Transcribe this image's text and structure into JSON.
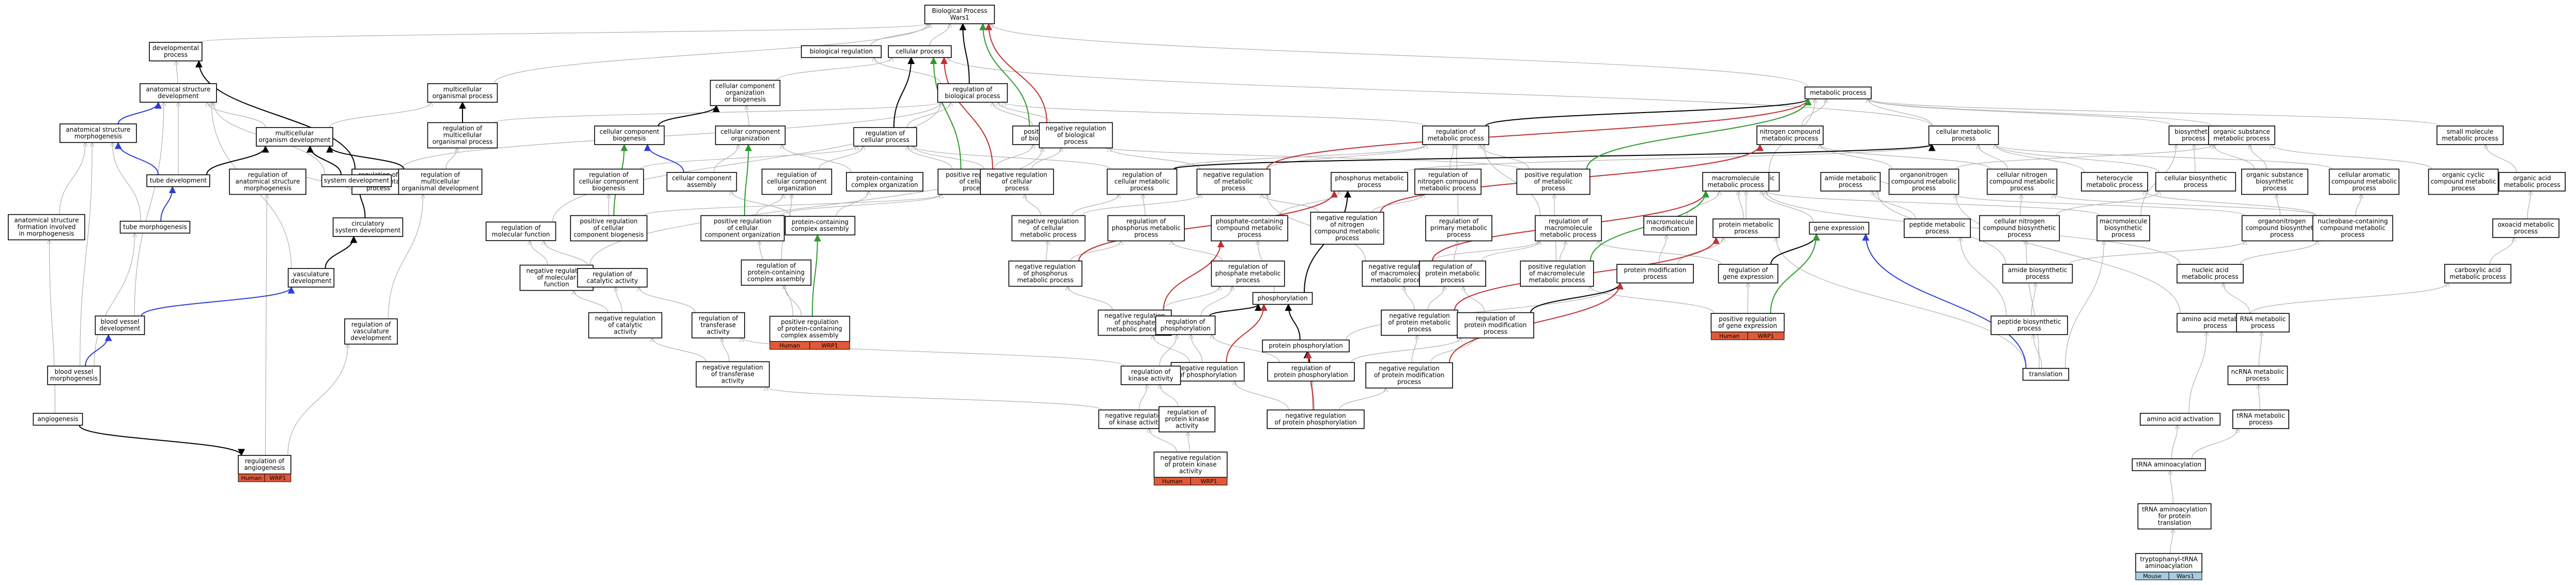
{
  "colors": {
    "is_a": "#b0b0b0",
    "part_of": "#000000",
    "regulates": "#2b3fd6",
    "negatively_regulates": "#c03030",
    "positively_regulates": "#2e9a2e",
    "tag_human": "#e05a3a",
    "tag_mouse": "#a8cbe0"
  },
  "tags": {
    "human": "Human",
    "mouse": "Mouse",
    "wrp": "WRP1",
    "tyr": "Wars1"
  },
  "nodes": [
    {
      "id": "bp",
      "label": "Biological Process\nWars1"
    },
    {
      "id": "dev",
      "label": "developmental\nprocess"
    },
    {
      "id": "asd",
      "label": "anatomical structure\ndevelopment"
    },
    {
      "id": "asm",
      "label": "anatomical structure\nmorphogenesis"
    },
    {
      "id": "asf",
      "label": "anatomical structure\nformation involved\nin morphogenesis"
    },
    {
      "id": "multi",
      "label": "multicellular\norganismal process"
    },
    {
      "id": "mod",
      "label": "multicellular\norganism development"
    },
    {
      "id": "regmulti",
      "label": "regulation of\nmulticellular\norganismal process"
    },
    {
      "id": "regdev",
      "label": "regulation of\ndevelopmental\nprocess"
    },
    {
      "id": "regasm",
      "label": "regulation of\nanatomical structure\nmorphogenesis"
    },
    {
      "id": "regmod",
      "label": "regulation of\nmulticellular\norganismal development"
    },
    {
      "id": "tubedev",
      "label": "tube development"
    },
    {
      "id": "sysdev",
      "label": "system development"
    },
    {
      "id": "tubemorph",
      "label": "tube morphogenesis"
    },
    {
      "id": "circ",
      "label": "circulatory\nsystem development"
    },
    {
      "id": "vasc",
      "label": "vasculature\ndevelopment"
    },
    {
      "id": "bvd",
      "label": "blood vessel\ndevelopment"
    },
    {
      "id": "bvm",
      "label": "blood vessel\nmorphogenesis"
    },
    {
      "id": "regvasc",
      "label": "regulation of\nvasculature\ndevelopment"
    },
    {
      "id": "angio",
      "label": "angiogenesis"
    },
    {
      "id": "regangio",
      "label": "regulation of\nangiogenesis"
    },
    {
      "id": "breg",
      "label": "biological regulation"
    },
    {
      "id": "cellproc",
      "label": "cellular process"
    },
    {
      "id": "regbp",
      "label": "regulation of\nbiological process"
    },
    {
      "id": "posbp",
      "label": "positive regulation\nof biological process"
    },
    {
      "id": "negbp",
      "label": "negative regulation\nof biological\nprocess"
    },
    {
      "id": "regcp",
      "label": "regulation of\ncellular process"
    },
    {
      "id": "poscp",
      "label": "positive regulation\nof cellular\nprocess"
    },
    {
      "id": "negcp",
      "label": "negative regulation\nof cellular\nprocess"
    },
    {
      "id": "ccob",
      "label": "cellular component\norganization\nor biogenesis"
    },
    {
      "id": "ccb",
      "label": "cellular component\nbiogenesis"
    },
    {
      "id": "cco",
      "label": "cellular component\norganization"
    },
    {
      "id": "ccassem",
      "label": "cellular component\nassembly"
    },
    {
      "id": "regccb",
      "label": "regulation of\ncellular component\nbiogenesis"
    },
    {
      "id": "regcco",
      "label": "regulation of\ncellular component\norganization"
    },
    {
      "id": "pcorg",
      "label": "protein-containing\ncomplex organization"
    },
    {
      "id": "pcassem",
      "label": "protein-containing\ncomplex assembly"
    },
    {
      "id": "posccb",
      "label": "positive regulation\nof cellular\ncomponent biogenesis"
    },
    {
      "id": "poscco",
      "label": "positive regulation\nof cellular\ncomponent organization"
    },
    {
      "id": "regpca",
      "label": "regulation of\nprotein-containing\ncomplex assembly"
    },
    {
      "id": "pospca",
      "label": "positive regulation\nof protein-containing\ncomplex assembly"
    },
    {
      "id": "regmf",
      "label": "regulation of\nmolecular function"
    },
    {
      "id": "negmf",
      "label": "negative regulation\nof molecular\nfunction"
    },
    {
      "id": "regcat",
      "label": "regulation of\ncatalytic activity"
    },
    {
      "id": "negcat",
      "label": "negative regulation\nof catalytic\nactivity"
    },
    {
      "id": "regtrans",
      "label": "regulation of\ntransferase\nactivity"
    },
    {
      "id": "negtrans",
      "label": "negative regulation\nof transferase\nactivity"
    },
    {
      "id": "metab",
      "label": "metabolic process"
    },
    {
      "id": "regmet",
      "label": "regulation of\nmetabolic process"
    },
    {
      "id": "regcmp",
      "label": "regulation of\ncellular metabolic\nprocess"
    },
    {
      "id": "negmet",
      "label": "negative regulation\nof metabolic\nprocess"
    },
    {
      "id": "negcmp",
      "label": "negative regulation\nof cellular\nmetabolic process"
    },
    {
      "id": "phosmet",
      "label": "phosphorus metabolic\nprocess"
    },
    {
      "id": "regphosmet",
      "label": "regulation of\nphosphorus metabolic\nprocess"
    },
    {
      "id": "negphosmet",
      "label": "negative regulation\nof phosphorus\nmetabolic process"
    },
    {
      "id": "phoscomp",
      "label": "phosphate-containing\ncompound metabolic\nprocess"
    },
    {
      "id": "regphosphate",
      "label": "regulation of\nphosphate metabolic\nprocess"
    },
    {
      "id": "negphosphate",
      "label": "negative regulation\nof phosphate\nmetabolic process"
    },
    {
      "id": "phosph",
      "label": "phosphorylation"
    },
    {
      "id": "regphos",
      "label": "regulation of\nphosphorylation"
    },
    {
      "id": "negphos",
      "label": "negative regulation\nof phosphorylation"
    },
    {
      "id": "protphos",
      "label": "protein phosphorylation"
    },
    {
      "id": "regprotphos",
      "label": "regulation of\nprotein phosphorylation"
    },
    {
      "id": "negprotphos",
      "label": "negative regulation\nof protein phosphorylation"
    },
    {
      "id": "regkin",
      "label": "regulation of\nkinase activity"
    },
    {
      "id": "negkin",
      "label": "negative regulation\nof kinase activity"
    },
    {
      "id": "regpk",
      "label": "regulation of\nprotein kinase\nactivity"
    },
    {
      "id": "negpk",
      "label": "negative regulation\nof protein kinase\nactivity"
    },
    {
      "id": "nitro",
      "label": "nitrogen compound\nmetabolic process"
    },
    {
      "id": "regnitro",
      "label": "regulation of\nnitrogen compound\nmetabolic process"
    },
    {
      "id": "negnitro",
      "label": "negative regulation\nof nitrogen\ncompound metabolic\nprocess"
    },
    {
      "id": "posmet",
      "label": "positive regulation\nof metabolic\nprocess"
    },
    {
      "id": "primary",
      "label": "primary metabolic\nprocess"
    },
    {
      "id": "regprim",
      "label": "regulation of\nprimary metabolic\nprocess"
    },
    {
      "id": "macro",
      "label": "macromolecule\nmetabolic process"
    },
    {
      "id": "regmacro",
      "label": "regulation of\nmacromolecule\nmetabolic process"
    },
    {
      "id": "macromod",
      "label": "macromolecule\nmodification"
    },
    {
      "id": "negmacro",
      "label": "negative regulation\nof macromolecule\nmetabolic process"
    },
    {
      "id": "posmacro",
      "label": "positive regulation\nof macromolecule\nmetabolic process"
    },
    {
      "id": "protmet",
      "label": "protein metabolic\nprocess"
    },
    {
      "id": "regprotmet",
      "label": "regulation of\nprotein metabolic\nprocess"
    },
    {
      "id": "negprotmet",
      "label": "negative regulation\nof protein metabolic\nprocess"
    },
    {
      "id": "protmod",
      "label": "protein modification\nprocess"
    },
    {
      "id": "regprotmod",
      "label": "regulation of\nprotein modification\nprocess"
    },
    {
      "id": "negprotmod",
      "label": "negative regulation\nof protein modification\nprocess"
    },
    {
      "id": "geneexp",
      "label": "gene expression"
    },
    {
      "id": "reggene",
      "label": "regulation of\ngene expression"
    },
    {
      "id": "posgene",
      "label": "positive regulation\nof gene expression"
    },
    {
      "id": "cellmet",
      "label": "cellular metabolic\nprocess"
    },
    {
      "id": "amide",
      "label": "amide metabolic\nprocess"
    },
    {
      "id": "peptide",
      "label": "peptide metabolic\nprocess"
    },
    {
      "id": "amidebio",
      "label": "amide biosynthetic\nprocess"
    },
    {
      "id": "peptidebio",
      "label": "peptide biosynthetic\nprocess"
    },
    {
      "id": "translation",
      "label": "translation"
    },
    {
      "id": "orgnitro",
      "label": "organonitrogen\ncompound metabolic\nprocess"
    },
    {
      "id": "cellnitro",
      "label": "cellular nitrogen\ncompound metabolic\nprocess"
    },
    {
      "id": "cellnitrobio",
      "label": "cellular nitrogen\ncompound biosynthetic\nprocess"
    },
    {
      "id": "macrobio",
      "label": "macromolecule\nbiosynthetic\nprocess"
    },
    {
      "id": "hetero",
      "label": "heterocycle\nmetabolic process"
    },
    {
      "id": "biosyn",
      "label": "biosynthetic\nprocess"
    },
    {
      "id": "cellbiosyn",
      "label": "cellular biosynthetic\nprocess"
    },
    {
      "id": "orgsub",
      "label": "organic substance\nmetabolic process"
    },
    {
      "id": "orgsubbio",
      "label": "organic substance\nbiosynthetic\nprocess"
    },
    {
      "id": "orgnitrobio",
      "label": "organonitrogen\ncompound biosynthetic\nprocess"
    },
    {
      "id": "nucleobase",
      "label": "nucleobase-containing\ncompound metabolic\nprocess"
    },
    {
      "id": "nucleic",
      "label": "nucleic acid\nmetabolic process"
    },
    {
      "id": "aromatic",
      "label": "cellular aromatic\ncompound metabolic\nprocess"
    },
    {
      "id": "smallmol",
      "label": "small molecule\nmetabolic process"
    },
    {
      "id": "orgcyclic",
      "label": "organic cyclic\ncompound metabolic\nprocess"
    },
    {
      "id": "orgacid",
      "label": "organic acid\nmetabolic process"
    },
    {
      "id": "oxoacid",
      "label": "oxoacid metabolic\nprocess"
    },
    {
      "id": "carbox",
      "label": "carboxylic acid\nmetabolic process"
    },
    {
      "id": "aminoacid",
      "label": "amino acid metabolic\nprocess"
    },
    {
      "id": "rnamet",
      "label": "RNA metabolic\nprocess"
    },
    {
      "id": "ncrna",
      "label": "ncRNA metabolic\nprocess"
    },
    {
      "id": "aaact",
      "label": "amino acid activation"
    },
    {
      "id": "trna",
      "label": "tRNA metabolic\nprocess"
    },
    {
      "id": "trnaamino",
      "label": "tRNA aminoacylation"
    },
    {
      "id": "trnaprot",
      "label": "tRNA aminoacylation\nfor protein\ntranslation"
    },
    {
      "id": "trptrna",
      "label": "tryptophanyl-tRNA\naminoacylation"
    }
  ]
}
